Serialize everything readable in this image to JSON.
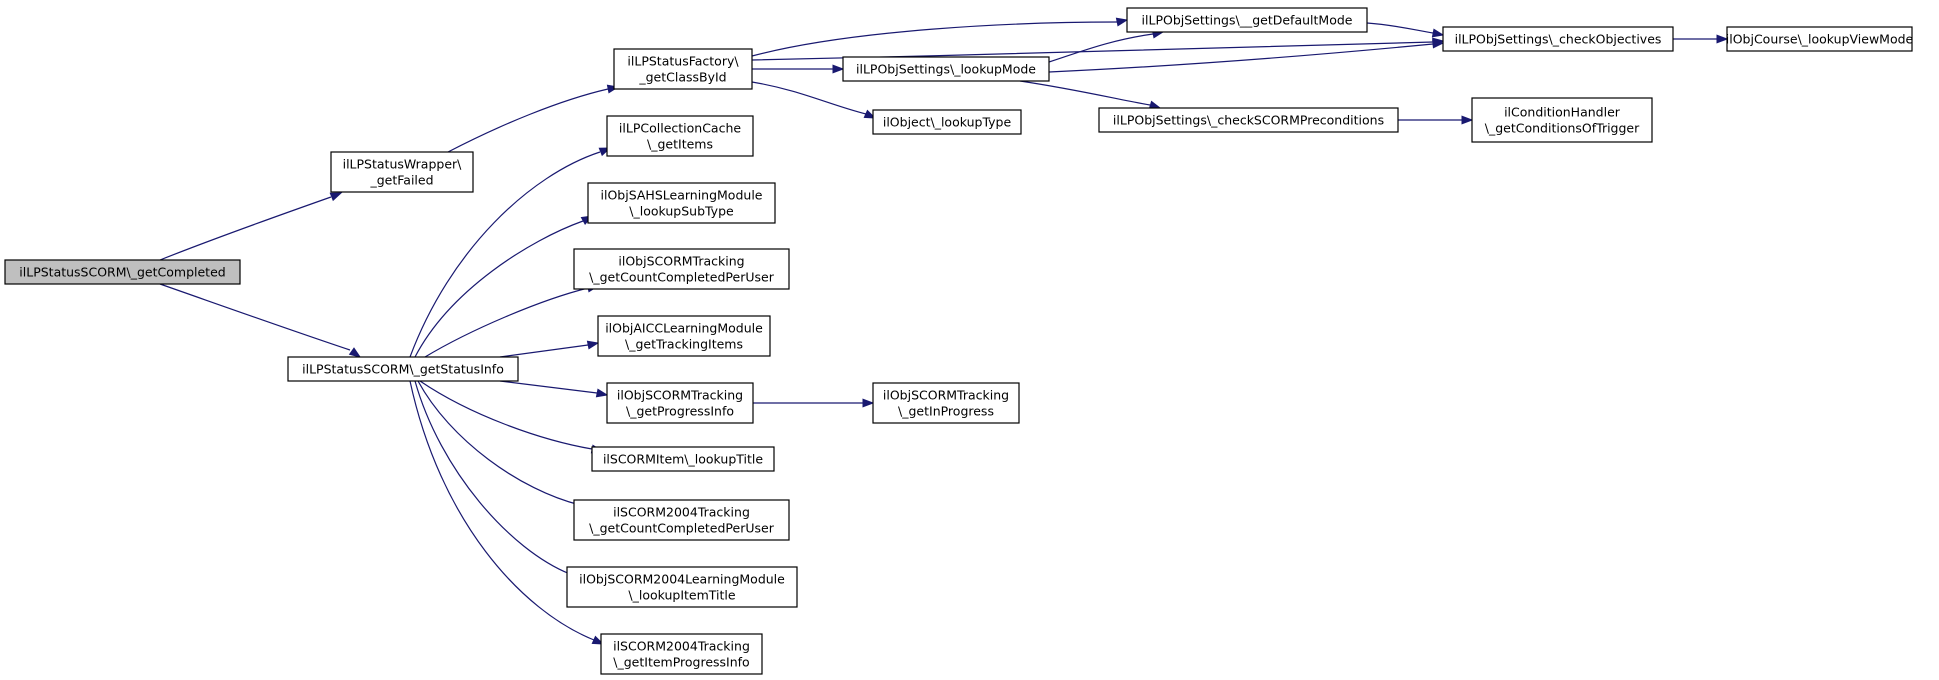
{
  "graph": {
    "nodes": {
      "n0": {
        "lines": [
          "ilLPStatusSCORM\\_getCompleted"
        ],
        "root": true
      },
      "n1": {
        "lines": [
          "ilLPStatusWrapper\\",
          "_getFailed"
        ]
      },
      "n2": {
        "lines": [
          "ilLPStatusSCORM\\_getStatusInfo"
        ]
      },
      "n3": {
        "lines": [
          "ilLPStatusFactory\\",
          "_getClassById"
        ]
      },
      "n4": {
        "lines": [
          "ilLPCollectionCache",
          "\\_getItems"
        ]
      },
      "n5": {
        "lines": [
          "ilObjSAHSLearningModule",
          "\\_lookupSubType"
        ]
      },
      "n6": {
        "lines": [
          "ilObjSCORMTracking",
          "\\_getCountCompletedPerUser"
        ]
      },
      "n7": {
        "lines": [
          "ilObjAICCLearningModule",
          "\\_getTrackingItems"
        ]
      },
      "n8": {
        "lines": [
          "ilObjSCORMTracking",
          "\\_getProgressInfo"
        ]
      },
      "n9": {
        "lines": [
          "ilSCORMItem\\_lookupTitle"
        ]
      },
      "n10": {
        "lines": [
          "ilSCORM2004Tracking",
          "\\_getCountCompletedPerUser"
        ]
      },
      "n11": {
        "lines": [
          "ilObjSCORM2004LearningModule",
          "\\_lookupItemTitle"
        ]
      },
      "n12": {
        "lines": [
          "ilSCORM2004Tracking",
          "\\_getItemProgressInfo"
        ]
      },
      "n13": {
        "lines": [
          "ilLPObjSettings\\__getDefaultMode"
        ]
      },
      "n14": {
        "lines": [
          "ilLPObjSettings\\_lookupMode"
        ]
      },
      "n15": {
        "lines": [
          "ilObject\\_lookupType"
        ]
      },
      "n16": {
        "lines": [
          "ilLPObjSettings\\_checkObjectives"
        ]
      },
      "n17": {
        "lines": [
          "ilLPObjSettings\\_checkSCORMPreconditions"
        ]
      },
      "n18": {
        "lines": [
          "ilObjCourse\\_lookupViewMode"
        ]
      },
      "n19": {
        "lines": [
          "ilConditionHandler",
          "\\_getConditionsOfTrigger"
        ]
      },
      "n20": {
        "lines": [
          "ilObjSCORMTracking",
          "\\_getInProgress"
        ]
      }
    },
    "edges": [
      [
        "n0",
        "n1"
      ],
      [
        "n0",
        "n2"
      ],
      [
        "n1",
        "n3"
      ],
      [
        "n3",
        "n13"
      ],
      [
        "n3",
        "n14"
      ],
      [
        "n3",
        "n15"
      ],
      [
        "n3",
        "n16"
      ],
      [
        "n14",
        "n13"
      ],
      [
        "n14",
        "n16"
      ],
      [
        "n14",
        "n17"
      ],
      [
        "n13",
        "n16"
      ],
      [
        "n16",
        "n18"
      ],
      [
        "n17",
        "n19"
      ],
      [
        "n2",
        "n4"
      ],
      [
        "n2",
        "n5"
      ],
      [
        "n2",
        "n6"
      ],
      [
        "n2",
        "n7"
      ],
      [
        "n2",
        "n8"
      ],
      [
        "n2",
        "n9"
      ],
      [
        "n2",
        "n10"
      ],
      [
        "n2",
        "n11"
      ],
      [
        "n2",
        "n12"
      ],
      [
        "n8",
        "n20"
      ]
    ]
  }
}
